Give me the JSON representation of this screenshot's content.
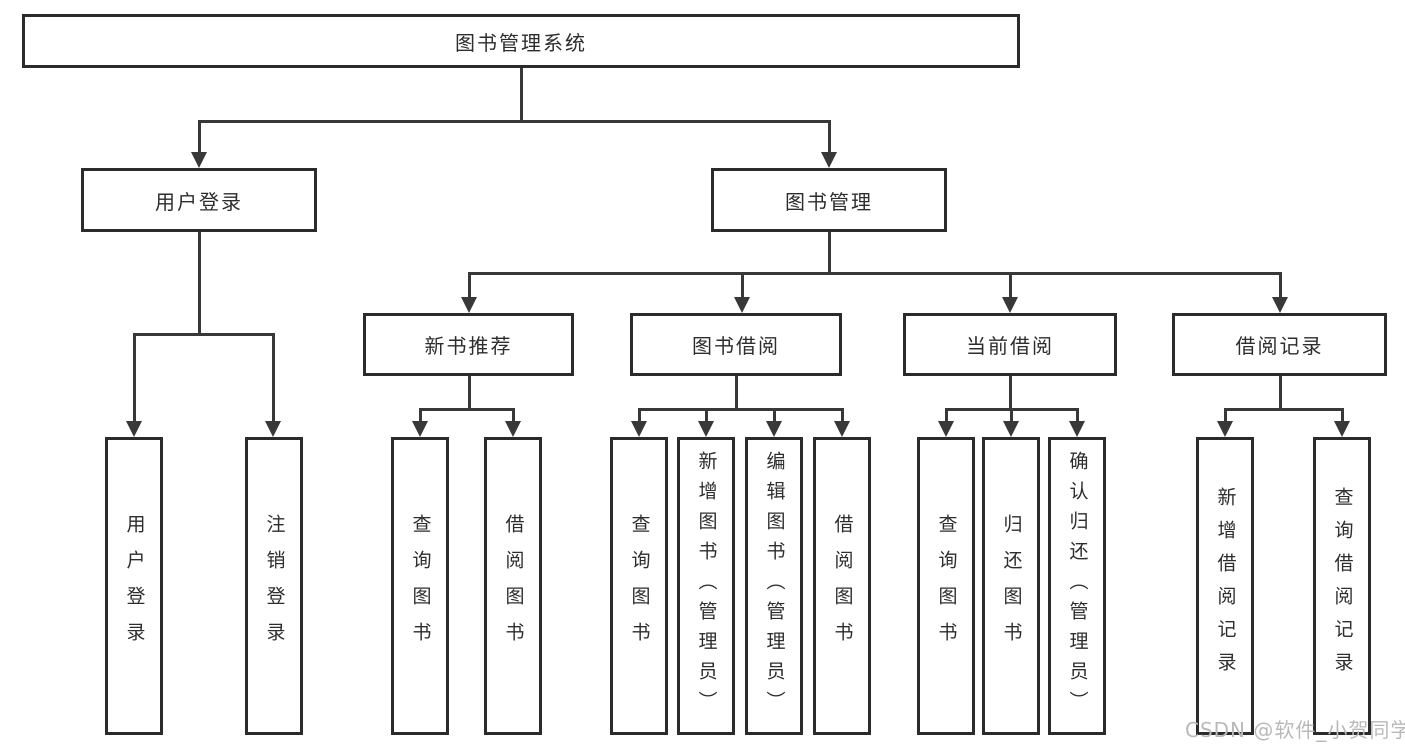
{
  "tree": {
    "label": "图书管理系统",
    "children": [
      {
        "label": "用户登录",
        "children": [
          {
            "label": "用户登录"
          },
          {
            "label": "注销登录"
          }
        ]
      },
      {
        "label": "图书管理",
        "children": [
          {
            "label": "新书推荐",
            "children": [
              {
                "label": "查询图书"
              },
              {
                "label": "借阅图书"
              }
            ]
          },
          {
            "label": "图书借阅",
            "children": [
              {
                "label": "查询图书"
              },
              {
                "label": "新增图书（管理员）"
              },
              {
                "label": "编辑图书（管理员）"
              },
              {
                "label": "借阅图书"
              }
            ]
          },
          {
            "label": "当前借阅",
            "children": [
              {
                "label": "查询图书"
              },
              {
                "label": "归还图书"
              },
              {
                "label": "确认归还（管理员）"
              }
            ]
          },
          {
            "label": "借阅记录",
            "children": [
              {
                "label": "新增借阅记录"
              },
              {
                "label": "查询借阅记录"
              }
            ]
          }
        ]
      }
    ]
  },
  "watermark": {
    "text": "CSDN @软件_小贺同学"
  },
  "colors": {
    "line": "#383838",
    "box_border": "#2b2b2b",
    "text": "#2d2d2d",
    "background": "#ffffff",
    "watermark": "#b9b9b9"
  }
}
